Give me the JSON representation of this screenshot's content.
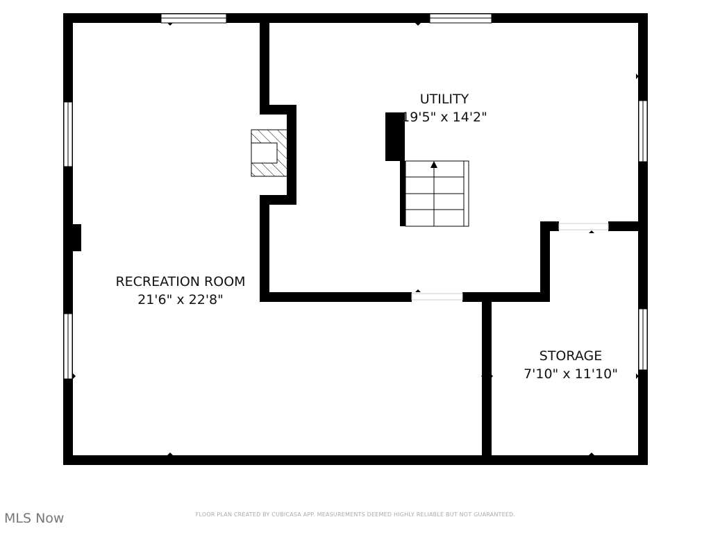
{
  "rooms": [
    {
      "name": "RECREATION ROOM",
      "size": "21'6\" x 22'8\""
    },
    {
      "name": "UTILITY",
      "size": "19'5\" x 14'2\""
    },
    {
      "name": "STORAGE",
      "size": "7'10\" x 11'10\""
    }
  ],
  "footer": {
    "disclaimer": "FLOOR PLAN CREATED BY CUBICASA APP. MEASUREMENTS DEEMED HIGHLY RELIABLE BUT NOT GUARANTEED."
  },
  "logo": {
    "text": "MLS Now"
  },
  "colors": {
    "wall": "#000000",
    "background": "#ffffff",
    "footer": "#aaaaaa"
  }
}
